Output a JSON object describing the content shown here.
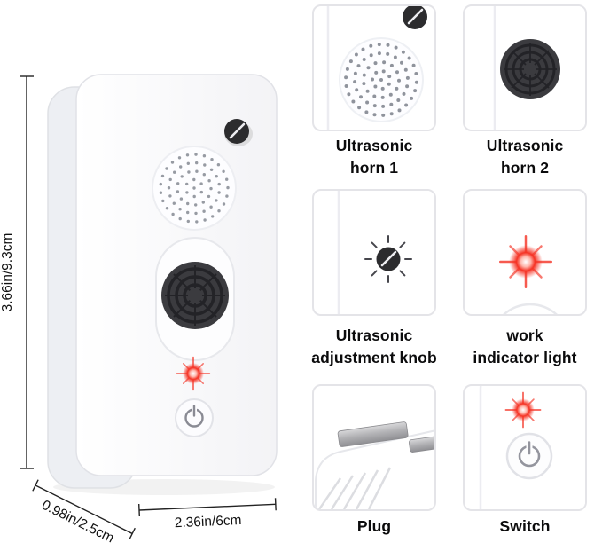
{
  "device": {
    "dim_height": "3.66in/9.3cm",
    "dim_depth": "0.98in/2.5cm",
    "dim_width": "2.36in/6cm"
  },
  "callouts": [
    {
      "lines": [
        "Ultrasonic",
        "horn 1"
      ]
    },
    {
      "lines": [
        "Ultrasonic",
        "horn 2"
      ]
    },
    {
      "lines": [
        "Ultrasonic",
        "adjustment knob"
      ]
    },
    {
      "lines": [
        "work",
        "indicator light"
      ]
    },
    {
      "lines": [
        "Plug"
      ]
    },
    {
      "lines": [
        "Switch"
      ]
    }
  ],
  "colors": {
    "led_red": "#f53224",
    "grille_dark": "#3b3b3f",
    "knob_dark": "#2c2c2e",
    "panel_border": "#e4e4e8"
  }
}
